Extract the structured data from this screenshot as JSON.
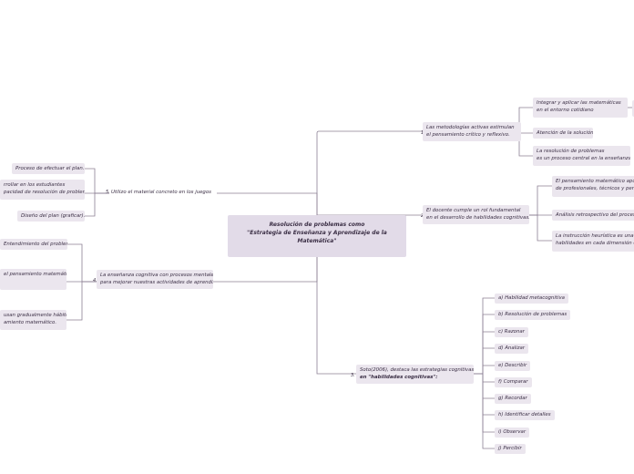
{
  "root": {
    "line1": "Resolución de problemas como",
    "line2": "\"Estrategia de Enseñanza y Aprendizaje de la",
    "line3": "Matemática\""
  },
  "branches": {
    "b1": {
      "number": "1.",
      "line1": "Las metodologías activas estimulan",
      "line2": "el pensamiento crítico y reflexivo."
    },
    "b1_children": [
      {
        "line1": "Integrar y aplicar las matemáticas",
        "line2": "en el entorno cotidiano"
      },
      {
        "line1": "Atención de la solución.",
        "line2": ""
      },
      {
        "line1": "La resolución de problemas",
        "line2": "es un proceso central en la enseñanza."
      }
    ],
    "b2": {
      "number": "2.",
      "line1": "El docente cumple un rol fundamental",
      "line2": "en el desarrollo de habilidades cognitivas."
    },
    "b2_children": [
      {
        "line1": "El pensamiento matemático apoya",
        "line2": "de profesionales, técnicos y personas"
      },
      {
        "line1": "Análisis retrospectivo del proceso",
        "line2": ""
      },
      {
        "line1": "La instrucción heurística es una",
        "line2": "habilidades en cada dimensión del"
      }
    ],
    "b3": {
      "number": "3.",
      "line1": "Soto(2006), destaca las estrategias cognitivas",
      "line2": "en \"habilidades cognitivas\":"
    },
    "b3_children": [
      "a) Habilidad metacognitiva",
      "b) Resolución de problemas",
      "c) Razonar",
      "d) Analizar",
      "e) Describir",
      "f) Comparar",
      "g) Recordar",
      "h) Identificar detalles",
      "i) Observar",
      "j) Percibir"
    ],
    "b4": {
      "number": "4.",
      "line1": "La enseñanza cognitiva con procesos mentales",
      "line2": "para mejorar nuestras actividades de aprendizaje"
    },
    "b4_children": [
      {
        "line1": "Entendimiento del problema.",
        "line2": ""
      },
      {
        "line1": "el pensamiento matemático",
        "line2": ""
      },
      {
        "line1": "usan gradualmente hábitos",
        "line2": "amiento matemático."
      }
    ],
    "b5": {
      "number": "5.",
      "line1": "Utilizo el material concreto en los juegos",
      "line2": ""
    },
    "b5_children": [
      {
        "line1": "Proceso de efectuar el plan.",
        "line2": ""
      },
      {
        "line1": "rrollar en los estudiantes",
        "line2": "pacidad de resolución de problemas"
      },
      {
        "line1": "Diseño del plan (graficar).",
        "line2": ""
      }
    ]
  },
  "colors": {
    "node_bg": "#ebe6ee",
    "root_bg": "#e2dbe8",
    "line": "#8c8094",
    "text": "#3b2f45"
  }
}
